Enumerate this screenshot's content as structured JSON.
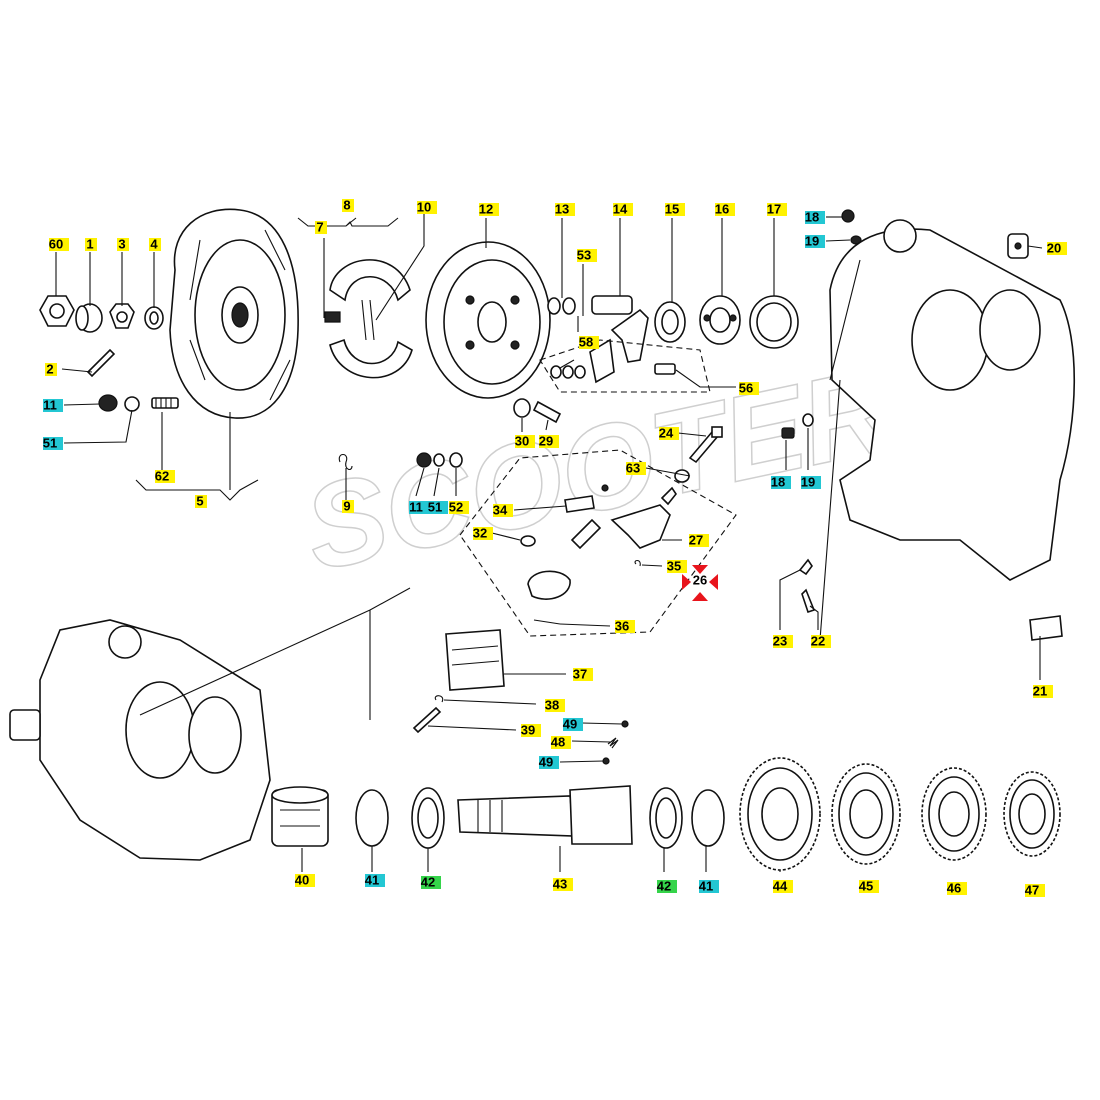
{
  "watermark": "SCOOTER",
  "highlight_colors": {
    "yellow": "#fff200",
    "cyan": "#23c7d3",
    "green": "#35d44a",
    "marker_red": "#e8141c"
  },
  "labels": [
    {
      "id": "l60",
      "text": "60",
      "color": "yellow"
    },
    {
      "id": "l1",
      "text": "1",
      "color": "yellow"
    },
    {
      "id": "l3",
      "text": "3",
      "color": "yellow"
    },
    {
      "id": "l4",
      "text": "4",
      "color": "yellow"
    },
    {
      "id": "l2",
      "text": "2",
      "color": "yellow"
    },
    {
      "id": "l11a",
      "text": "11",
      "color": "cyan"
    },
    {
      "id": "l51a",
      "text": "51",
      "color": "cyan"
    },
    {
      "id": "l62",
      "text": "62",
      "color": "yellow"
    },
    {
      "id": "l5",
      "text": "5",
      "color": "yellow"
    },
    {
      "id": "l8",
      "text": "8",
      "color": "yellow"
    },
    {
      "id": "l7",
      "text": "7",
      "color": "yellow"
    },
    {
      "id": "l10",
      "text": "10",
      "color": "yellow"
    },
    {
      "id": "l9",
      "text": "9",
      "color": "yellow"
    },
    {
      "id": "l12",
      "text": "12",
      "color": "yellow"
    },
    {
      "id": "l13",
      "text": "13",
      "color": "yellow"
    },
    {
      "id": "l53",
      "text": "53",
      "color": "yellow"
    },
    {
      "id": "l14",
      "text": "14",
      "color": "yellow"
    },
    {
      "id": "l15",
      "text": "15",
      "color": "yellow"
    },
    {
      "id": "l16",
      "text": "16",
      "color": "yellow"
    },
    {
      "id": "l17",
      "text": "17",
      "color": "yellow"
    },
    {
      "id": "l18a",
      "text": "18",
      "color": "cyan"
    },
    {
      "id": "l19a",
      "text": "19",
      "color": "cyan"
    },
    {
      "id": "l20",
      "text": "20",
      "color": "yellow"
    },
    {
      "id": "l58",
      "text": "58",
      "color": "yellow"
    },
    {
      "id": "l56",
      "text": "56",
      "color": "yellow"
    },
    {
      "id": "l30",
      "text": "30",
      "color": "yellow"
    },
    {
      "id": "l29",
      "text": "29",
      "color": "yellow"
    },
    {
      "id": "l24",
      "text": "24",
      "color": "yellow"
    },
    {
      "id": "l18b",
      "text": "18",
      "color": "cyan"
    },
    {
      "id": "l19b",
      "text": "19",
      "color": "cyan"
    },
    {
      "id": "l11b",
      "text": "11",
      "color": "cyan"
    },
    {
      "id": "l51b",
      "text": "51",
      "color": "cyan"
    },
    {
      "id": "l52",
      "text": "52",
      "color": "yellow"
    },
    {
      "id": "l63",
      "text": "63",
      "color": "yellow"
    },
    {
      "id": "l34",
      "text": "34",
      "color": "yellow"
    },
    {
      "id": "l32",
      "text": "32",
      "color": "yellow"
    },
    {
      "id": "l27",
      "text": "27",
      "color": "yellow"
    },
    {
      "id": "l35",
      "text": "35",
      "color": "yellow"
    },
    {
      "id": "l26",
      "text": "26",
      "color": "none"
    },
    {
      "id": "l36",
      "text": "36",
      "color": "yellow"
    },
    {
      "id": "l23",
      "text": "23",
      "color": "yellow"
    },
    {
      "id": "l22",
      "text": "22",
      "color": "yellow"
    },
    {
      "id": "l21",
      "text": "21",
      "color": "yellow"
    },
    {
      "id": "l37",
      "text": "37",
      "color": "yellow"
    },
    {
      "id": "l38",
      "text": "38",
      "color": "yellow"
    },
    {
      "id": "l39",
      "text": "39",
      "color": "yellow"
    },
    {
      "id": "l49a",
      "text": "49",
      "color": "cyan"
    },
    {
      "id": "l48",
      "text": "48",
      "color": "yellow"
    },
    {
      "id": "l49b",
      "text": "49",
      "color": "cyan"
    },
    {
      "id": "l40",
      "text": "40",
      "color": "yellow"
    },
    {
      "id": "l41a",
      "text": "41",
      "color": "cyan"
    },
    {
      "id": "l42a",
      "text": "42",
      "color": "green"
    },
    {
      "id": "l43",
      "text": "43",
      "color": "yellow"
    },
    {
      "id": "l42b",
      "text": "42",
      "color": "green"
    },
    {
      "id": "l41b",
      "text": "41",
      "color": "cyan"
    },
    {
      "id": "l44",
      "text": "44",
      "color": "yellow"
    },
    {
      "id": "l45",
      "text": "45",
      "color": "yellow"
    },
    {
      "id": "l46",
      "text": "46",
      "color": "yellow"
    },
    {
      "id": "l47",
      "text": "47",
      "color": "yellow"
    }
  ]
}
